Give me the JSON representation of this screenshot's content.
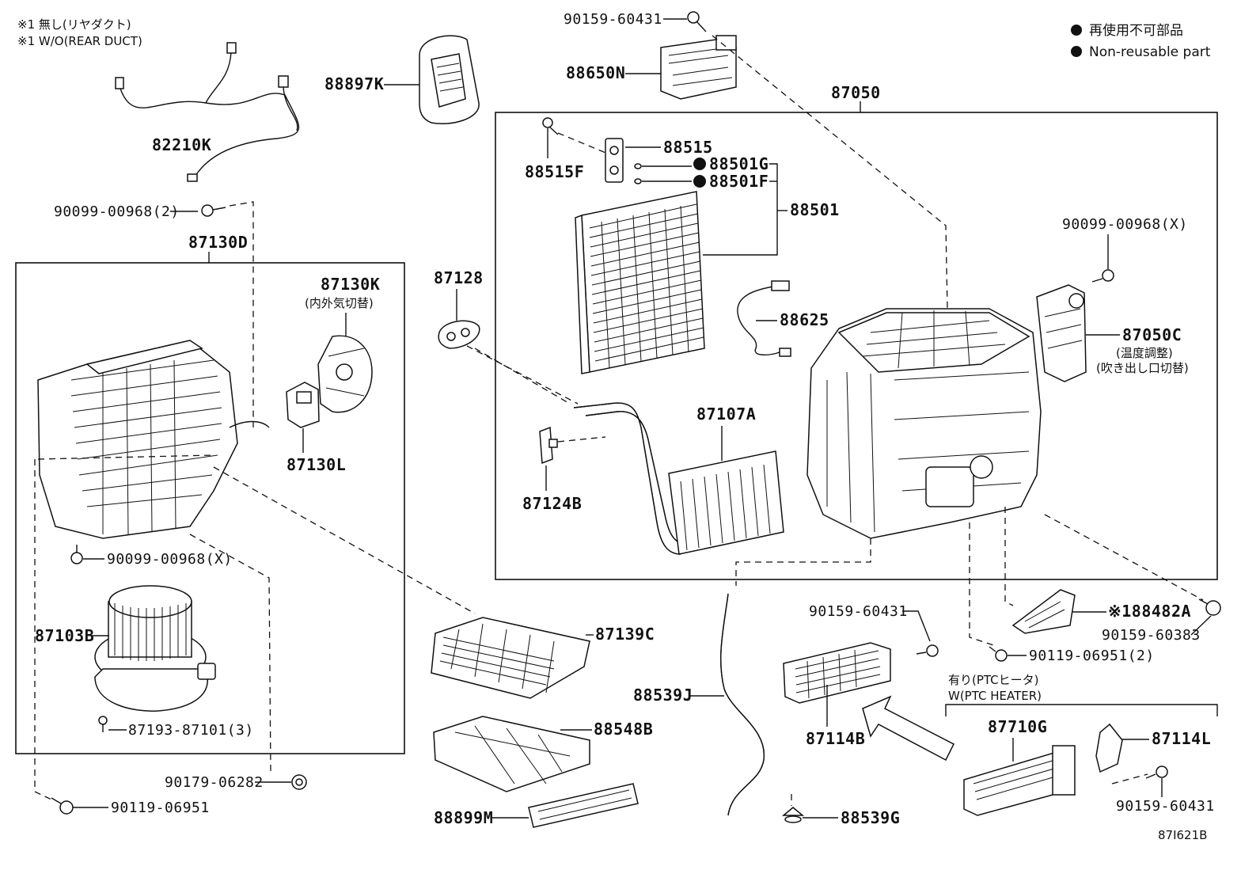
{
  "notes": {
    "line1": "※1 無し(リヤダクト)",
    "line2": "※1 W/O(REAR DUCT)"
  },
  "legend": {
    "jp": "再使用不可部品",
    "en": "Non-reusable part"
  },
  "labels": {
    "p90159_60431_top": "90159-60431",
    "p88650N": "88650N",
    "p88897K": "88897K",
    "p82210K": "82210K",
    "p87050": "87050",
    "p88515": "88515",
    "p88515F": "88515F",
    "p88501G": "88501G",
    "p88501F": "88501F",
    "p88501": "88501",
    "p90099_00968_2": "90099-00968(2)",
    "p87130D": "87130D",
    "p87130K": "87130K",
    "p87130K_sub": "(内外気切替)",
    "p87128": "87128",
    "p88625": "88625",
    "p90099_00968_X_right": "90099-00968(X)",
    "p87050C": "87050C",
    "p87050C_sub1": "(温度調整)",
    "p87050C_sub2": "(吹き出し口切替)",
    "p87107A": "87107A",
    "p87130L": "87130L",
    "p87124B": "87124B",
    "p90099_00968_X_left": "90099-00968(X)",
    "p87103B": "87103B",
    "p87139C": "87139C",
    "p188482A": "※188482A",
    "p90159_60383": "90159-60383",
    "p90159_60431_mid": "90159-60431",
    "p90119_06951_2": "90119-06951(2)",
    "ptc_jp": "有り(PTCヒータ)",
    "ptc_en": "W(PTC HEATER)",
    "p87193_87101": "87193-87101(3)",
    "p88539J": "88539J",
    "p87114B": "87114B",
    "p87710G": "87710G",
    "p87114L": "87114L",
    "p88548B": "88548B",
    "p90179_06282": "90179-06282",
    "p90119_06951": "90119-06951",
    "p88899M": "88899M",
    "p88539G": "88539G",
    "p90159_60431_bot": "90159-60431",
    "figure_code": "87I621B"
  }
}
